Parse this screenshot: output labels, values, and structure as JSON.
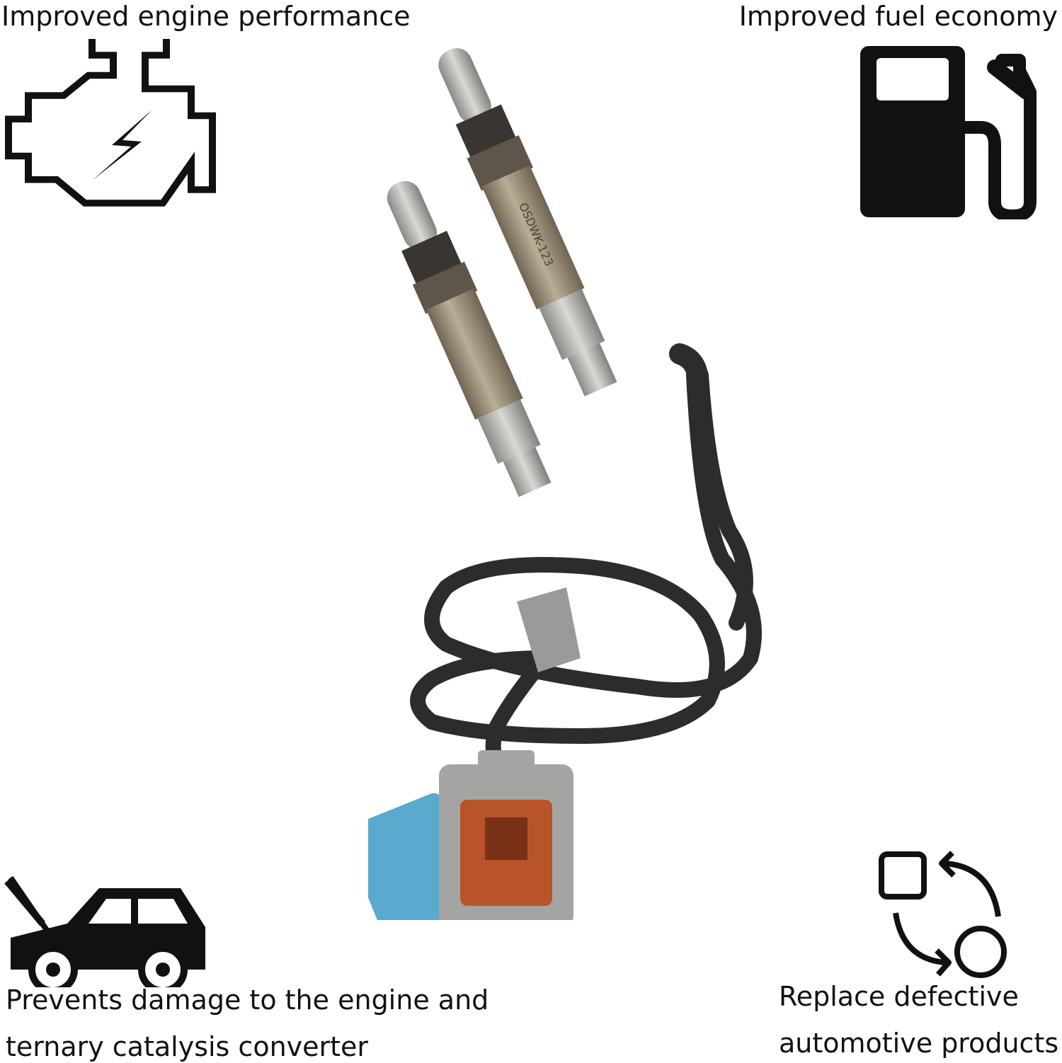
{
  "captions": {
    "top_left": "Improved engine performance",
    "top_right": "Improved fuel economy",
    "bottom_left_line1": "Prevents damage to the engine and",
    "bottom_left_line2": "ternary catalysis converter",
    "bottom_right_line1": "Replace defective",
    "bottom_right_line2": "automotive products"
  },
  "icons": {
    "top_left": "engine-icon",
    "top_right": "fuel-pump-icon",
    "bottom_left": "car-hood-open-icon",
    "bottom_right": "replace-cycle-icon"
  },
  "product": {
    "sensor_marking": "OSDWK-123"
  },
  "colors": {
    "connector_blue": "#5aa9cf",
    "connector_gray": "#9a9a9a",
    "connector_orange": "#b9532a",
    "cable_black": "#2c2c2c",
    "sensor_body": "#9c8f78"
  }
}
